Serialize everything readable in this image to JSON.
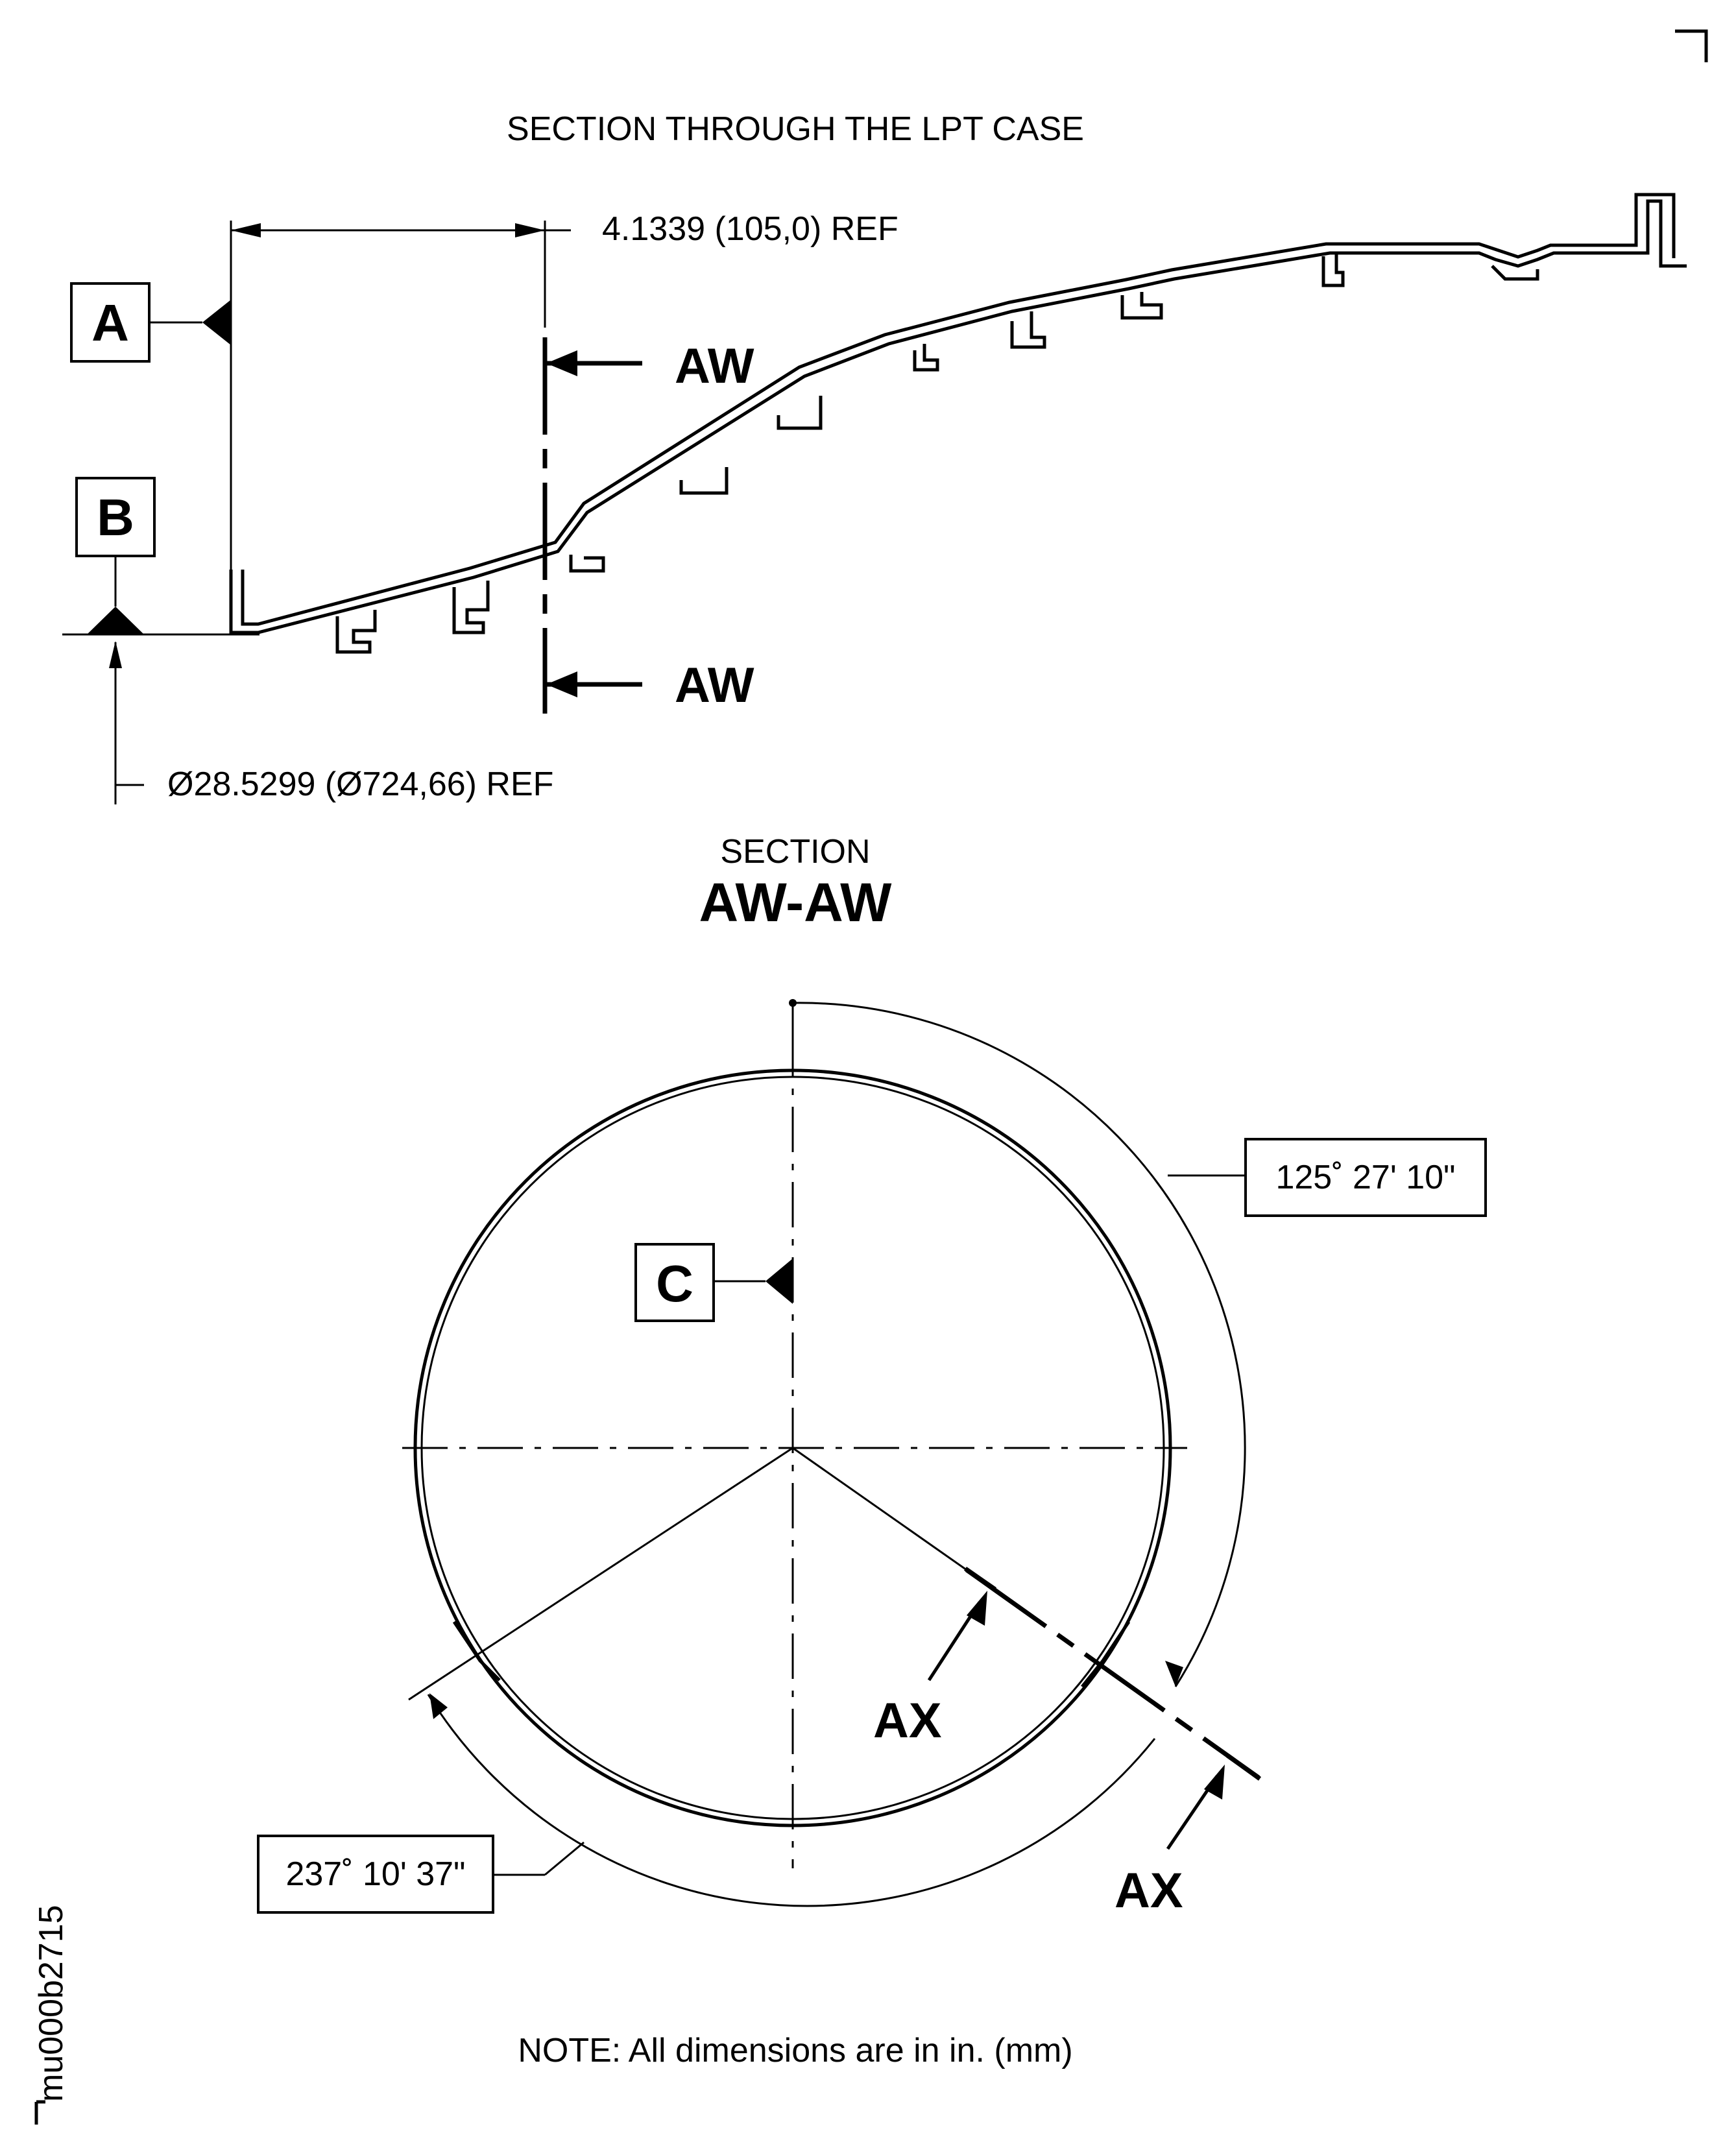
{
  "section_title": "SECTION THROUGH THE LPT CASE",
  "datums": {
    "a": "A",
    "b": "B",
    "c": "C"
  },
  "dims": {
    "axial_ref": "4.1339 (105,0) REF",
    "diameter_ref": "Ø28.5299 (Ø724,66) REF",
    "angle_right": "125˚ 27' 10\"",
    "angle_left": "237˚ 10' 37\""
  },
  "cut_labels": {
    "aw_top": "AW",
    "aw_bottom": "AW",
    "ax_inner": "AX",
    "ax_outer": "AX"
  },
  "section_aw": {
    "caption": "SECTION",
    "name": "AW-AW"
  },
  "note": "NOTE: All dimensions are in in. (mm)",
  "figure_id": "mu000b2715"
}
